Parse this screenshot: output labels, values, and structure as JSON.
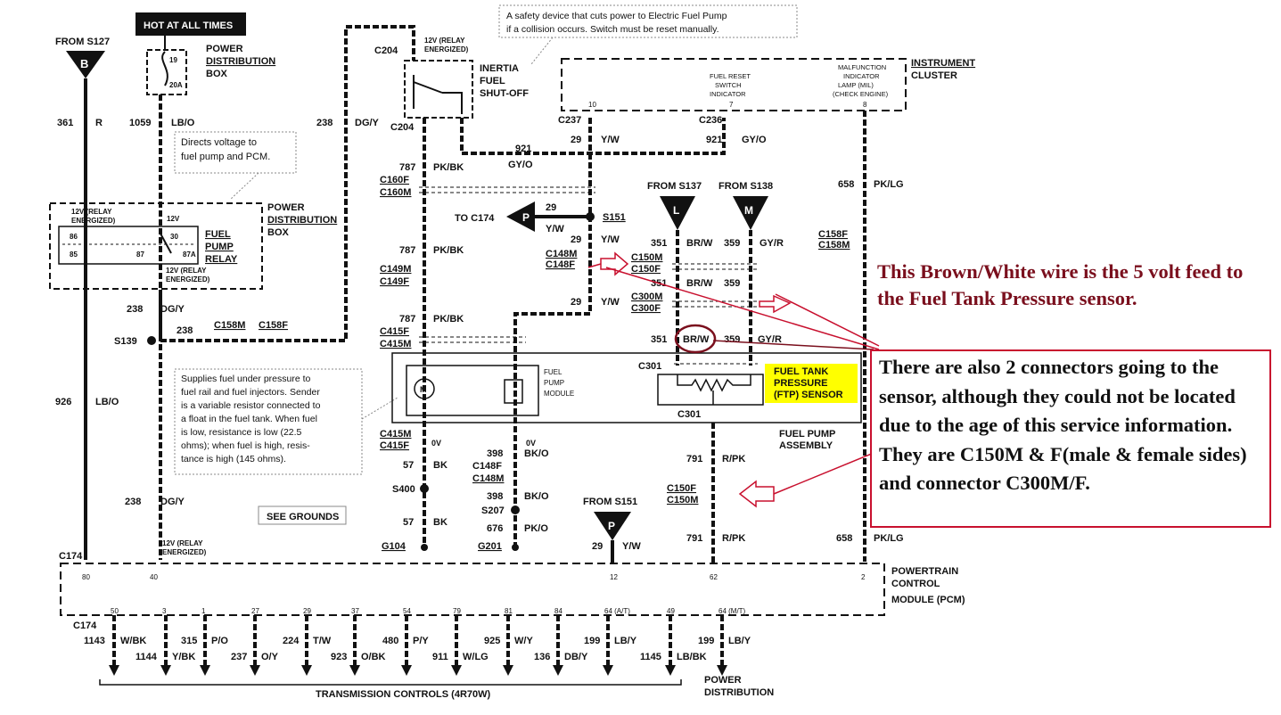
{
  "top": {
    "from_s127": "FROM S127",
    "hot_at_all_times": "HOT AT ALL TIMES",
    "fuse_19": "19",
    "fuse_20a": "20A",
    "pdb": "POWER DISTRIBUTION BOX",
    "c204_top": "C204",
    "c204_bot": "C204",
    "relay_energized_12v": "12V (RELAY ENERGIZED)",
    "inertia": "INERTIA FUEL SHUT-OFF",
    "safety_note": "A safety device that cuts power to Electric Fuel Pump if a collision occurs. Switch must be reset manually.",
    "instrument_cluster": "INSTRUMENT CLUSTER",
    "fuel_reset": "FUEL RESET SWITCH INDICATOR",
    "mil": "MALFUNCTION INDICATOR LAMP (MIL) (CHECK ENGINE)",
    "pin_10": "10",
    "pin_7": "7",
    "pin_8": "8"
  },
  "left": {
    "circuit_361": "361",
    "color_r": "R",
    "circuit_1059": "1059",
    "color_lbo": "LB/O",
    "circuit_238": "238",
    "color_dgy": "DG/Y",
    "directs_note": "Directs voltage to fuel pump and PCM.",
    "pdb2": "POWER DISTRIBUTION BOX",
    "fuel_pump_relay": "FUEL PUMP RELAY",
    "relay_12v_top": "12V (RELAY ENERGIZED)",
    "relay_12v": "12V",
    "relay_12v_bottom": "12V (RELAY ENERGIZED)",
    "pin_86": "86",
    "pin_85": "85",
    "pin_30": "30",
    "pin_87": "87",
    "pin_87a": "87A",
    "s139": "S139",
    "c158m": "C158M",
    "c158f": "C158F",
    "circuit_926": "926",
    "supplies_note": "Supplies fuel under pressure to fuel rail and fuel injectors. Sender is a variable resistor connected to a float in the fuel tank. When fuel is low, resistance is low (22.5 ohms); when fuel is high, resistance is high (145 ohms).",
    "see_grounds": "SEE GROUNDS",
    "c174": "C174",
    "relay_12v_pcm": "12V (RELAY ENERGIZED)"
  },
  "middle": {
    "c237": "C237",
    "circuit_29": "29",
    "color_yw": "Y/W",
    "circuit_921": "921",
    "color_gyo": "GY/O",
    "circuit_787": "787",
    "color_pkbk": "PK/BK",
    "c160f": "C160F",
    "c160m": "C160M",
    "to_c174": "TO C174",
    "p": "P",
    "s151": "S151",
    "c148m": "C148M",
    "c148f": "C148F",
    "c149m": "C149M",
    "c149f": "C149F",
    "c415f": "C415F",
    "c415m": "C415M",
    "fuel_pump_module": "FUEL PUMP MODULE",
    "zero_v": "0V",
    "circuit_57": "57",
    "color_bk": "BK",
    "s400": "S400",
    "g104": "G104",
    "circuit_398": "398",
    "color_bko": "BK/O",
    "s207": "S207",
    "circuit_676": "676",
    "color_pko": "PK/O",
    "g201": "G201",
    "from_s151": "FROM S151"
  },
  "right": {
    "c236": "C236",
    "color_gyo": "GY/O",
    "from_s137": "FROM S137",
    "from_s138": "FROM S138",
    "l": "L",
    "m": "M",
    "circuit_351": "351",
    "color_brw": "BR/W",
    "circuit_359": "359",
    "color_gyr": "GY/R",
    "c150m": "C150M",
    "c150f": "C150F",
    "c300m": "C300M",
    "c300f": "C300F",
    "c301": "C301",
    "ftp_sensor": "FUEL TANK PRESSURE (FTP) SENSOR",
    "fuel_pump_assembly": "FUEL PUMP ASSEMBLY",
    "circuit_791": "791",
    "color_rpk": "R/PK",
    "c150f_low": "C150F",
    "c150m_low": "C150M",
    "circuit_658": "658",
    "color_pklg": "PK/LG",
    "c158f": "C158F",
    "c158m": "C158M"
  },
  "pcm": {
    "label": "POWERTRAIN CONTROL MODULE (PCM)",
    "pin_80": "80",
    "pin_40": "40",
    "pin_12": "12",
    "pin_62": "62",
    "pin_2": "2",
    "bottom_pins": [
      "50",
      "3",
      "1",
      "27",
      "29",
      "37",
      "54",
      "79",
      "81",
      "84",
      "64 (A/T)",
      "49",
      "64 (M/T)"
    ],
    "c174": "C174"
  },
  "outputs": {
    "items": [
      {
        "num": "1143",
        "color": "W/BK"
      },
      {
        "num": "1144",
        "color": "Y/BK"
      },
      {
        "num": "315",
        "color": "P/O"
      },
      {
        "num": "237",
        "color": "O/Y"
      },
      {
        "num": "224",
        "color": "T/W"
      },
      {
        "num": "923",
        "color": "O/BK"
      },
      {
        "num": "480",
        "color": "P/Y"
      },
      {
        "num": "911",
        "color": "W/LG"
      },
      {
        "num": "925",
        "color": "W/Y"
      },
      {
        "num": "136",
        "color": "DB/Y"
      },
      {
        "num": "199",
        "color": "LB/Y"
      },
      {
        "num": "1145",
        "color": "LB/BK"
      },
      {
        "num": "199",
        "color": "LB/Y"
      }
    ],
    "transmission_controls": "TRANSMISSION CONTROLS (4R70W)",
    "power_distribution": "POWER DISTRIBUTION"
  },
  "annotations": {
    "brown_white": "This Brown/White wire is the 5 volt feed to the Fuel Tank Pressure sensor.",
    "connectors": "There are also 2 connectors going to the sensor, although they could not be located due to the age of this service information. They are C150M & F(male & female sides) and connector C300M/F."
  },
  "colors": {
    "annotation_red": "#c8102e",
    "annotation_text": "#7a0f1d",
    "highlight": "#ffff00",
    "wire": "#111111"
  }
}
